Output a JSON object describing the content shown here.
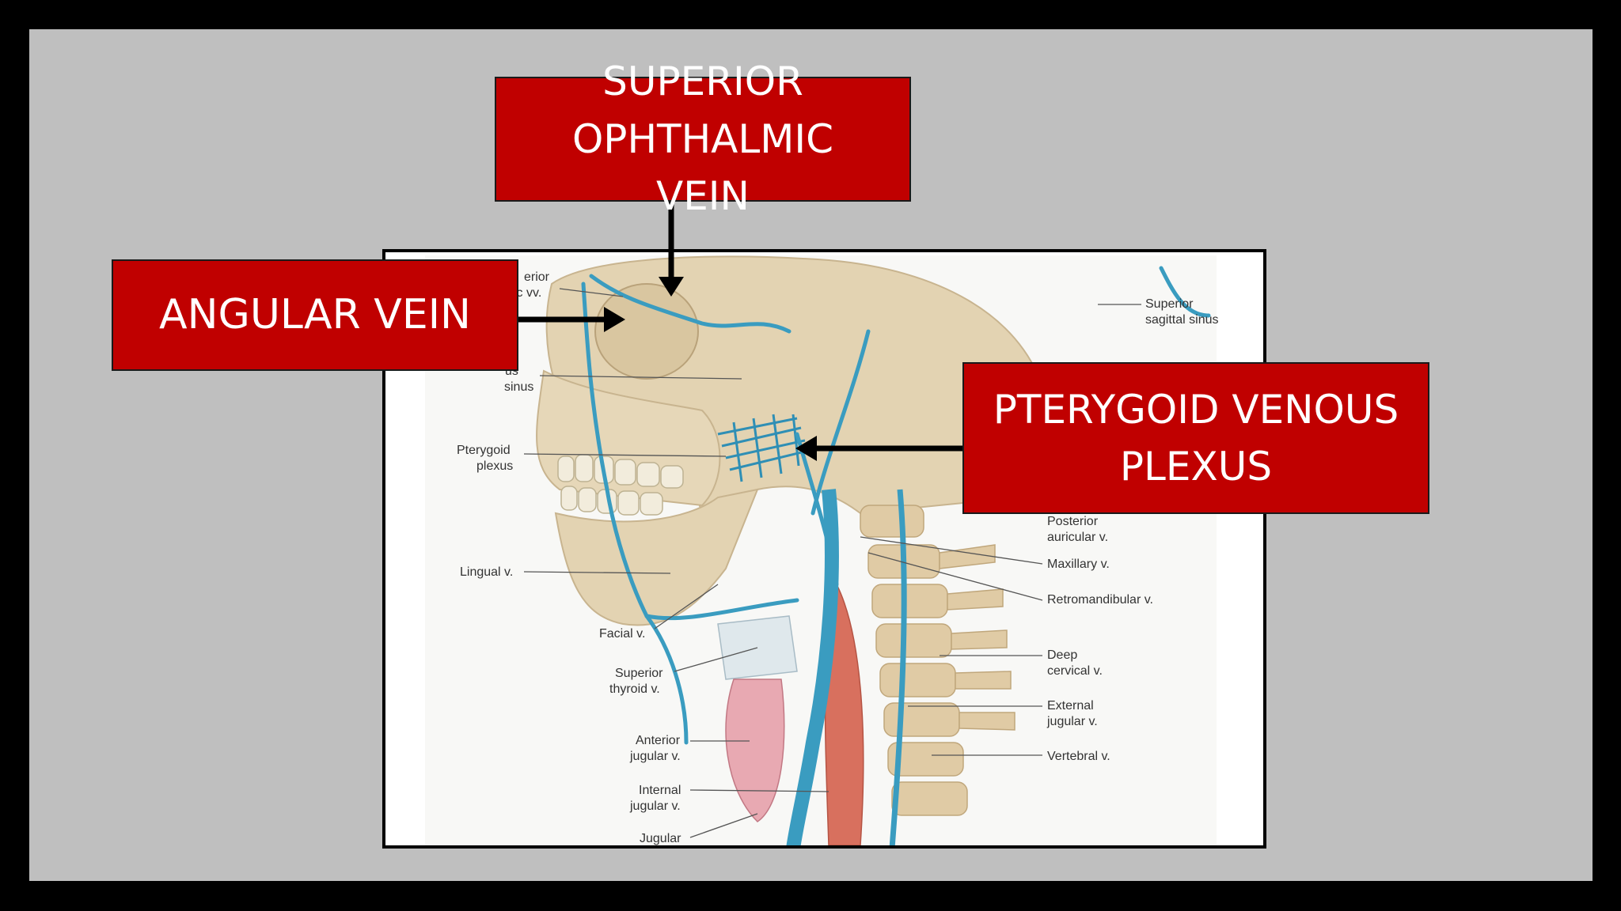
{
  "callouts": {
    "superior_ophthalmic": "SUPERIOR OPHTHALMIC VEIN",
    "angular": "ANGULAR VEIN",
    "pterygoid": "PTERYGOID VENOUS PLEXUS"
  },
  "figure_labels": {
    "superior_ophthalmic_partial_1": "erior",
    "superior_ophthalmic_partial_2": "ic vv.",
    "cavernous_partial": "us",
    "cavernous_2": "sinus",
    "pterygoid_1": "Pterygoid",
    "pterygoid_2": "plexus",
    "lingual": "Lingual v.",
    "facial": "Facial v.",
    "sup_thyroid_1": "Superior",
    "sup_thyroid_2": "thyroid v.",
    "ant_jugular_1": "Anterior",
    "ant_jugular_2": "jugular v.",
    "int_jugular_1": "Internal",
    "int_jugular_2": "jugular v.",
    "jugular": "Jugular",
    "sup_sagittal_1": "Superior",
    "sup_sagittal_2": "sagittal sinus",
    "post_auricular_1": "Posterior",
    "post_auricular_2": "auricular v.",
    "maxillary": "Maxillary v.",
    "retromandibular": "Retromandibular v.",
    "deep_cervical_1": "Deep",
    "deep_cervical_2": "cervical v.",
    "ext_jugular_1": "External",
    "ext_jugular_2": "jugular v.",
    "vertebral": "Vertebral v."
  },
  "colors": {
    "callout_bg": "#c00000",
    "slide_bg": "#bfbfbf",
    "vein": "#3a9cc0",
    "bone": "#e3d3b2"
  }
}
